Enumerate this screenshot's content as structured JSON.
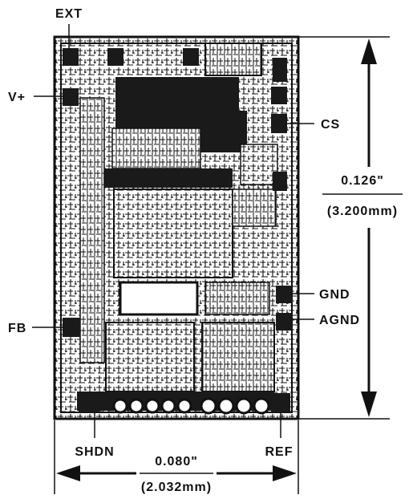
{
  "pins": {
    "ext": "EXT",
    "vplus": "V+",
    "cs": "CS",
    "gnd": "GND",
    "agnd": "AGND",
    "fb": "FB",
    "shdn": "SHDN",
    "ref": "REF"
  },
  "dimensions": {
    "height_in": "0.126\"",
    "height_mm": "(3.200mm)",
    "width_in": "0.080\"",
    "width_mm": "(2.032mm)"
  },
  "colors": {
    "ink": "#111111",
    "die": "#1a1a1a",
    "background": "#ffffff"
  }
}
